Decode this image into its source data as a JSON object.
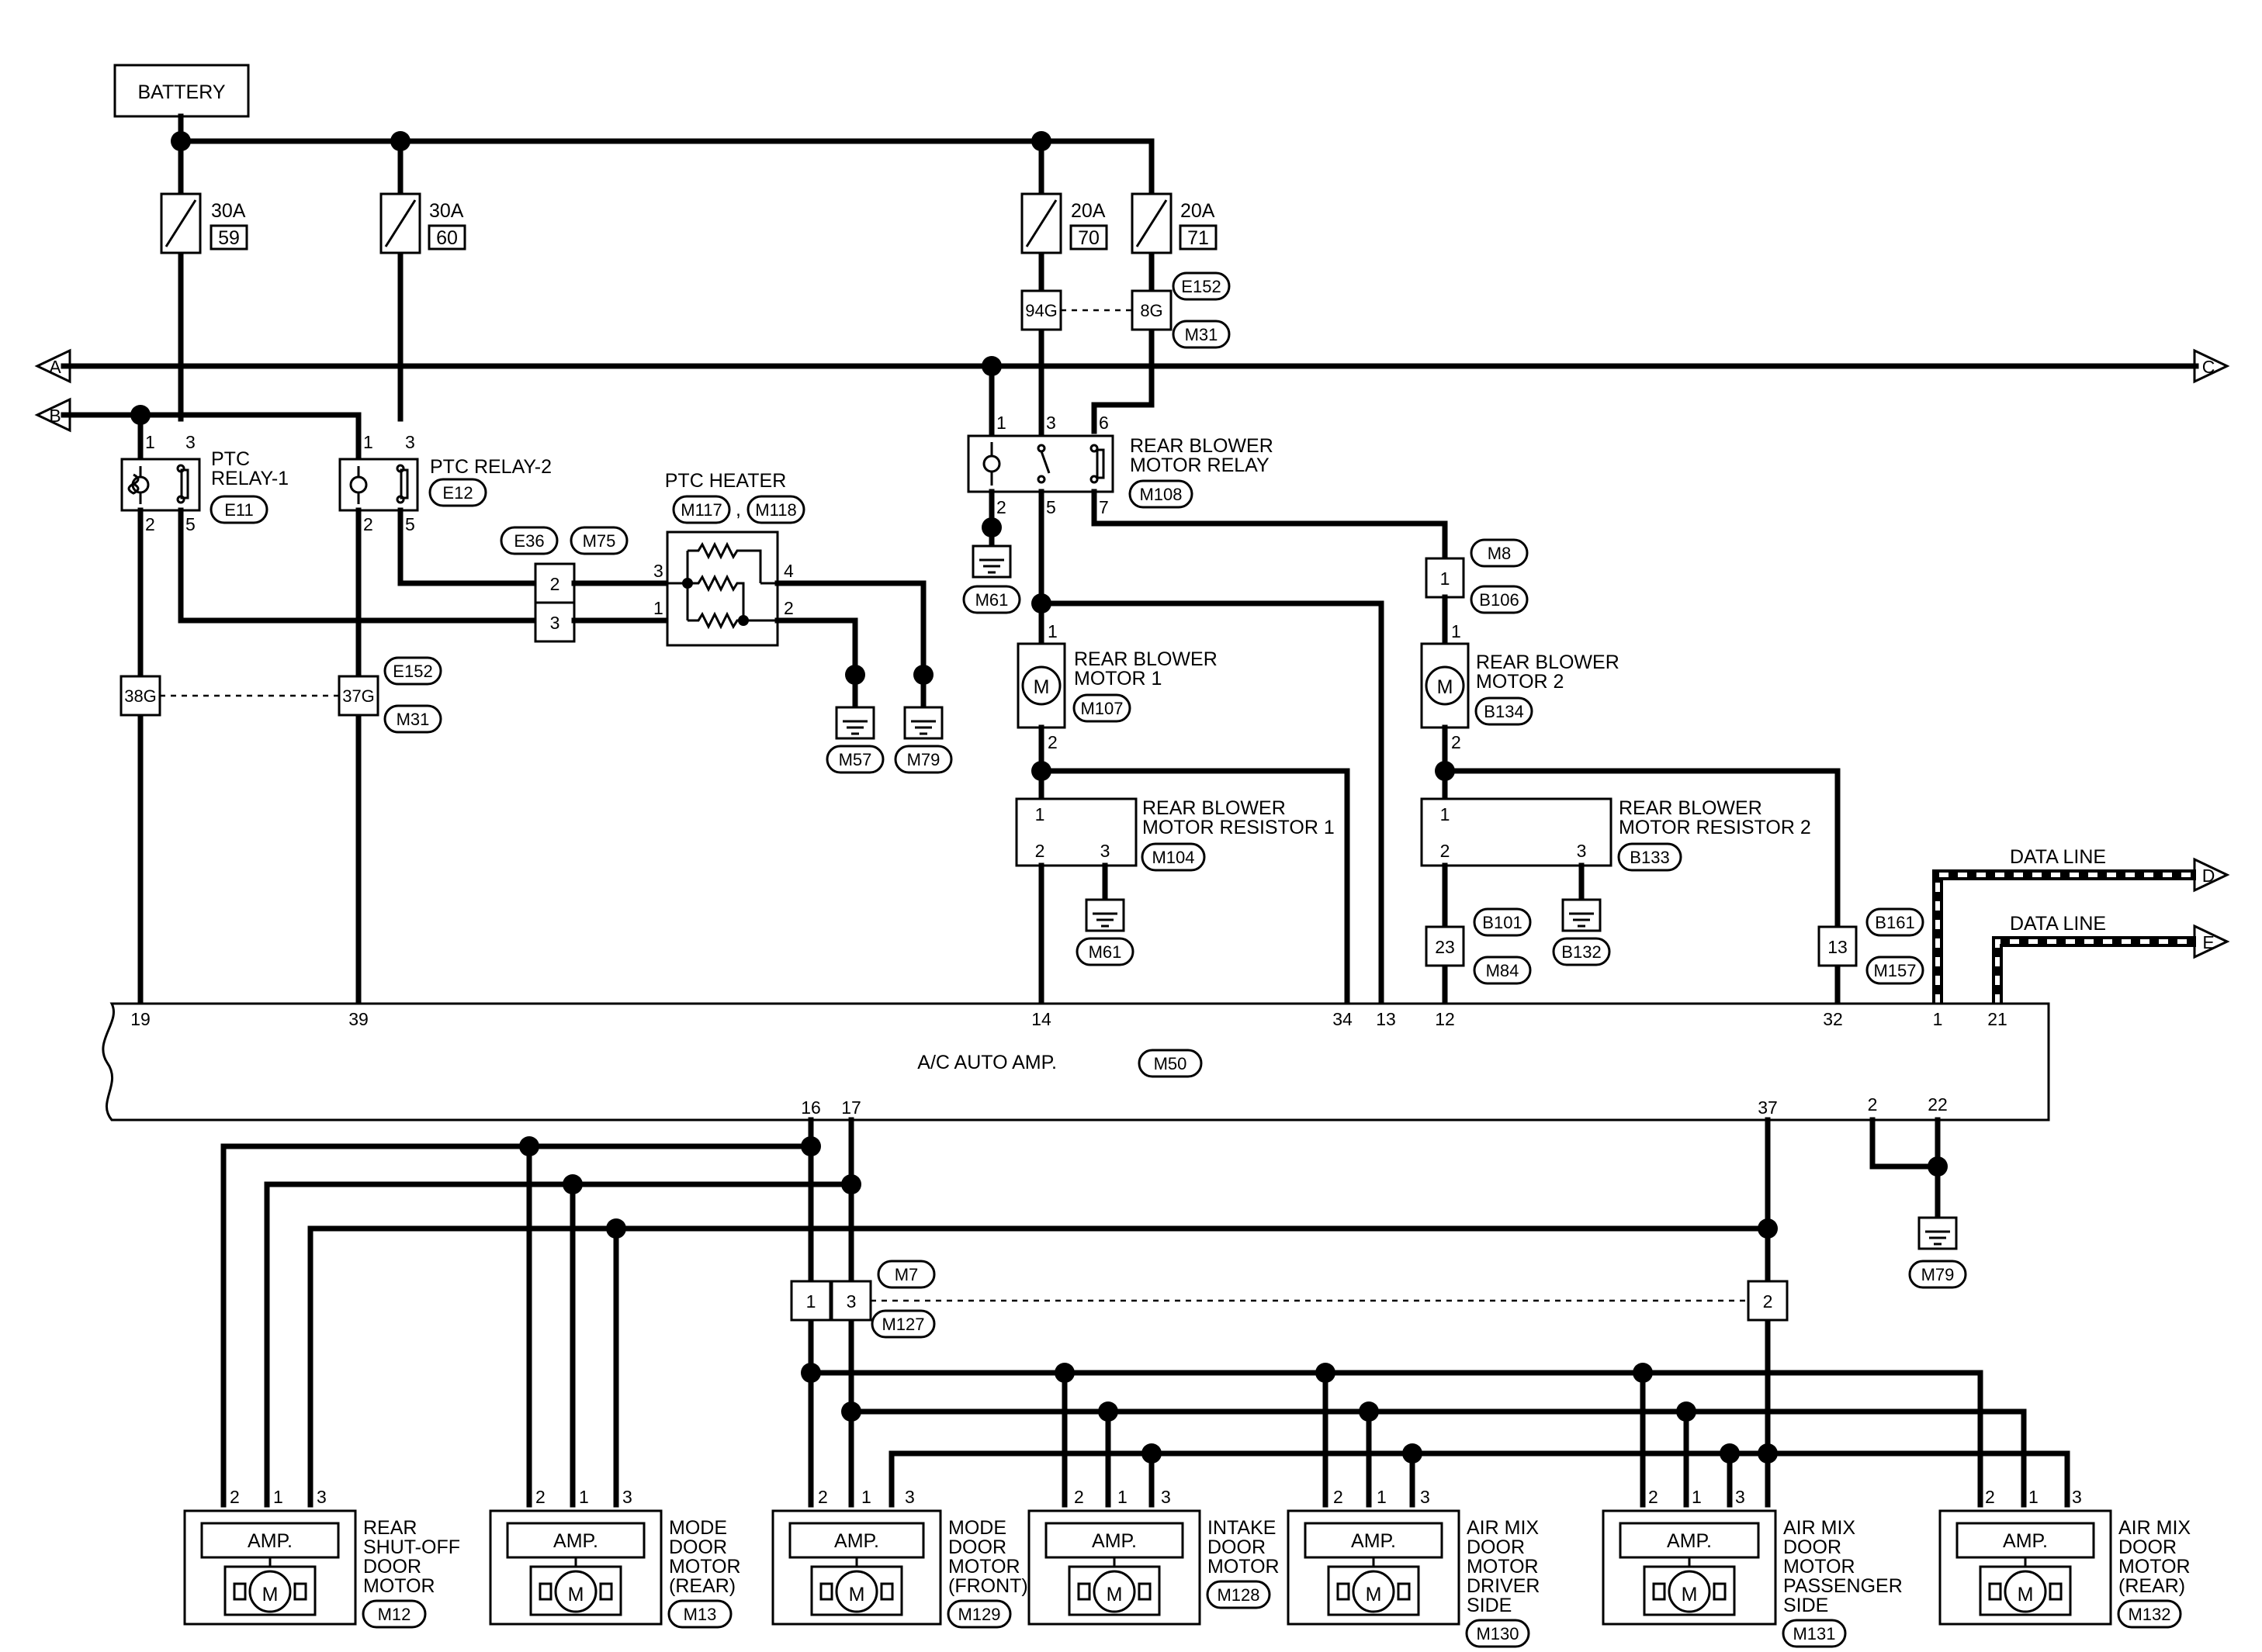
{
  "battery": "BATTERY",
  "fuses": [
    {
      "amp": "30A",
      "num": "59"
    },
    {
      "amp": "30A",
      "num": "60"
    },
    {
      "amp": "20A",
      "num": "70"
    },
    {
      "amp": "20A",
      "num": "71"
    }
  ],
  "connectors": {
    "e152": "E152",
    "m31": "M31",
    "e11": "E11",
    "e12": "E12",
    "e36": "E36",
    "m75": "M75",
    "m117": "M117",
    "m118": "M118",
    "m108": "M108",
    "m61": "M61",
    "m57": "M57",
    "m79": "M79",
    "m8": "M8",
    "b106": "B106",
    "m107": "M107",
    "b134": "B134",
    "m104": "M104",
    "b133": "B133",
    "b101": "B101",
    "m84": "M84",
    "b132": "B132",
    "b161": "B161",
    "m157": "M157",
    "m50": "M50",
    "m7": "M7",
    "m127": "M127",
    "m12": "M12",
    "m13": "M13",
    "m129": "M129",
    "m128": "M128",
    "m130": "M130",
    "m131": "M131",
    "m132": "M132"
  },
  "terminals": {
    "j94g": "94G",
    "j8g": "8G",
    "j38g": "38G",
    "j37g": "37G",
    "e36_2": "2",
    "e36_3": "3",
    "m8_1": "1",
    "b101_23": "23",
    "b161_13": "13",
    "m7_1": "1",
    "m7_3": "3",
    "m7_2": "2"
  },
  "arrows": {
    "a": "A",
    "b": "B",
    "c": "C",
    "d": "D",
    "e": "E"
  },
  "labels": {
    "ptc1_a": "PTC",
    "ptc1_b": "RELAY-1",
    "ptc2": "PTC RELAY-2",
    "heater": "PTC HEATER",
    "rbr_a": "REAR BLOWER",
    "rbr_b": "MOTOR RELAY",
    "rbm1_a": "REAR BLOWER",
    "rbm1_b": "MOTOR 1",
    "rbm2_a": "REAR BLOWER",
    "rbm2_b": "MOTOR 2",
    "res1_a": "REAR BLOWER",
    "res1_b": "MOTOR RESISTOR 1",
    "res2_a": "REAR BLOWER",
    "res2_b": "MOTOR RESISTOR 2",
    "data1": "DATA LINE",
    "data2": "DATA LINE",
    "amp_title": "A/C AUTO AMP.",
    "comma": ","
  },
  "amp_pins_top": [
    "19",
    "39",
    "14",
    "34",
    "13",
    "12",
    "32",
    "1",
    "21"
  ],
  "amp_pins_bottom": [
    "16",
    "17",
    "37",
    "2",
    "22"
  ],
  "door_motors": [
    {
      "amp": "AMP.",
      "motor": "M",
      "lines": [
        "REAR",
        "SHUT-OFF",
        "DOOR",
        "MOTOR"
      ],
      "conn": "M12",
      "pins": [
        "2",
        "1",
        "3"
      ]
    },
    {
      "amp": "AMP.",
      "motor": "M",
      "lines": [
        "MODE",
        "DOOR",
        "MOTOR",
        "(REAR)"
      ],
      "conn": "M13",
      "pins": [
        "2",
        "1",
        "3"
      ]
    },
    {
      "amp": "AMP.",
      "motor": "M",
      "lines": [
        "MODE",
        "DOOR",
        "MOTOR",
        "(FRONT)"
      ],
      "conn": "M129",
      "pins": [
        "2",
        "1",
        "3"
      ]
    },
    {
      "amp": "AMP.",
      "motor": "M",
      "lines": [
        "INTAKE",
        "DOOR",
        "MOTOR"
      ],
      "conn": "M128",
      "pins": [
        "2",
        "1",
        "3"
      ]
    },
    {
      "amp": "AMP.",
      "motor": "M",
      "lines": [
        "AIR MIX",
        "DOOR",
        "MOTOR",
        "DRIVER",
        "SIDE"
      ],
      "conn": "M130",
      "pins": [
        "2",
        "1",
        "3"
      ]
    },
    {
      "amp": "AMP.",
      "motor": "M",
      "lines": [
        "AIR MIX",
        "DOOR",
        "MOTOR",
        "PASSENGER",
        "SIDE"
      ],
      "conn": "M131",
      "pins": [
        "2",
        "1",
        "3"
      ]
    },
    {
      "amp": "AMP.",
      "motor": "M",
      "lines": [
        "AIR MIX",
        "DOOR",
        "MOTOR",
        "(REAR)"
      ],
      "conn": "M132",
      "pins": [
        "2",
        "1",
        "3"
      ]
    }
  ],
  "pins": {
    "r1_1": "1",
    "r1_3": "3",
    "r1_2": "2",
    "r1_5": "5",
    "r2_1": "1",
    "r2_3": "3",
    "r2_2": "2",
    "r2_5": "5",
    "h3": "3",
    "h1": "1",
    "h4": "4",
    "h2": "2",
    "rb1": "1",
    "rb3": "3",
    "rb6": "6",
    "rb2": "2",
    "rb5": "5",
    "rb7": "7",
    "m1_1": "1",
    "m1_2": "2",
    "m2_1": "1",
    "m2_2": "2",
    "res1_1": "1",
    "res1_2": "2",
    "res1_3": "3",
    "res2_1": "1",
    "res2_2": "2",
    "res2_3": "3"
  }
}
